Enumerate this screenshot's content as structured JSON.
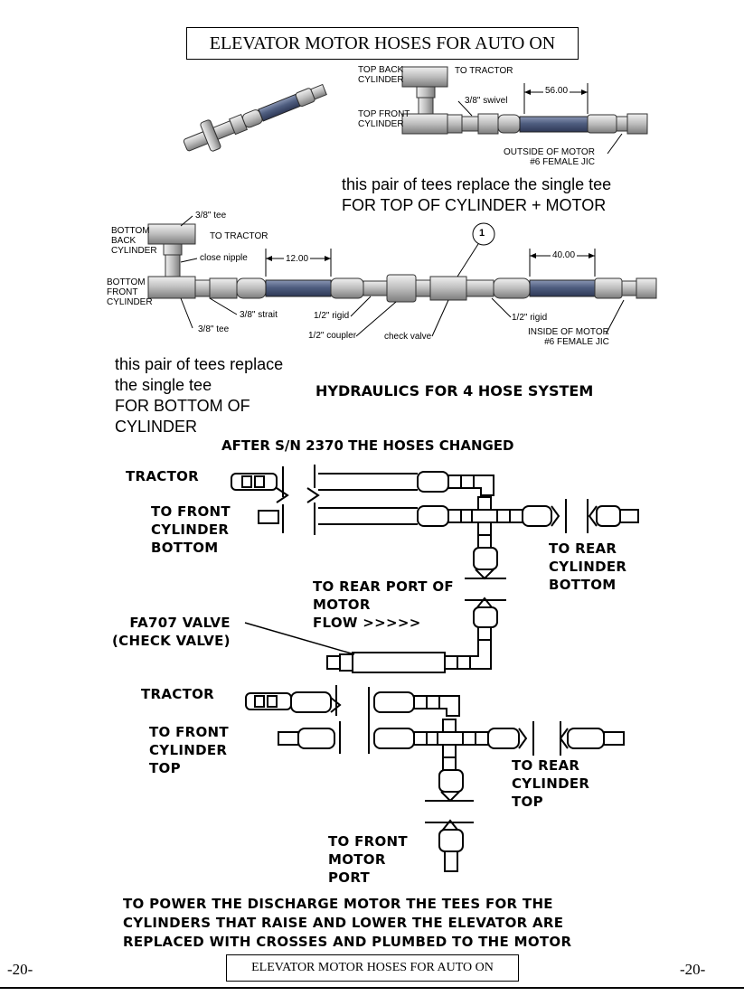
{
  "header": {
    "title": "ELEVATOR MOTOR HOSES FOR AUTO ON"
  },
  "top_assembly": {
    "top_back_cylinder": "TOP BACK\nCYLINDER",
    "to_tractor": "TO TRACTOR",
    "top_front_cylinder": "TOP FRONT\nCYLINDER",
    "swivel": "3/8\" swivel",
    "dimension": "56.00",
    "outside_motor": "OUTSIDE OF MOTOR\n#6 FEMALE JIC",
    "note_line1": "this pair of tees replace the single tee",
    "note_line2": "FOR TOP OF CYLINDER + MOTOR"
  },
  "bottom_assembly": {
    "tee_top": "3/8\" tee",
    "bottom_back_cylinder": "BOTTOM\nBACK\nCYLINDER",
    "to_tractor": "TO TRACTOR",
    "close_nipple": "close nipple",
    "bottom_front_cylinder": "BOTTOM\nFRONT\nCYLINDER",
    "strait": "3/8\" strait",
    "tee_bottom": "3/8\" tee",
    "dimension_left": "12.00",
    "rigid_left": "1/2\" rigid",
    "coupler": "1/2\" coupler",
    "check_valve": "check valve",
    "callout": "1",
    "rigid_right": "1/2\" rigid",
    "dimension_right": "40.00",
    "inside_motor": "INSIDE OF MOTOR\n#6 FEMALE JIC",
    "note": "this pair of tees replace\nthe single tee\nFOR BOTTOM OF\nCYLINDER"
  },
  "system": {
    "title": "HYDRAULICS FOR 4 HOSE SYSTEM",
    "subtitle": "AFTER S/N 2370 THE HOSES CHANGED",
    "tractor_1": "TRACTOR",
    "front_bottom": "TO FRONT\nCYLINDER\nBOTTOM",
    "rear_bottom": "TO REAR\nCYLINDER\nBOTTOM",
    "rear_port": "TO REAR PORT OF\nMOTOR\nFLOW >>>>>",
    "valve": "FA707 VALVE\n(CHECK VALVE)",
    "tractor_2": "TRACTOR",
    "front_top": "TO FRONT\nCYLINDER\nTOP",
    "rear_top": "TO REAR\nCYLINDER\nTOP",
    "front_motor": "TO FRONT\nMOTOR\nPORT",
    "footer_note": "TO POWER THE DISCHARGE MOTOR THE TEES FOR THE\nCYLINDERS THAT RAISE AND LOWER THE ELEVATOR ARE\nREPLACED WITH CROSSES AND PLUMBED TO THE MOTOR"
  },
  "footer": {
    "page_left": "-20-",
    "title": "ELEVATOR MOTOR HOSES FOR AUTO ON",
    "page_right": "-20-"
  },
  "colors": {
    "hose": "#4f5e80",
    "fitting": "#c8c8c8",
    "line": "#000000"
  }
}
